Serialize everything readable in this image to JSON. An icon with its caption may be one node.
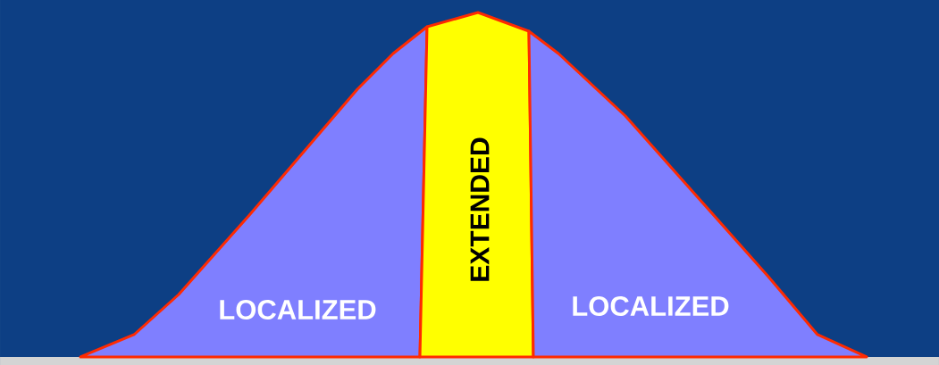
{
  "diagram": {
    "nodes": [
      {
        "text": [
          "LOCALIZED"
        ]
      },
      {
        "text": [
          "EXTENDED"
        ]
      },
      {
        "text": [
          "LOCALIZED"
        ]
      }
    ]
  }
}
